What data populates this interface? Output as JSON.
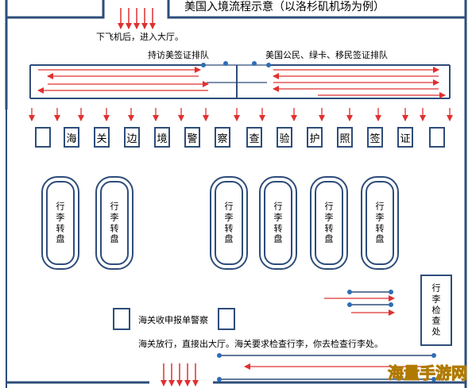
{
  "title": "美国入境流程示意（以洛杉矶机场为例）",
  "arrival_note": "下飞机后，进入大厅。",
  "queue_visitor_label": "持访美签证排队",
  "queue_resident_label": "美国公民、绿卡、移民签证排队",
  "counters": [
    "",
    "海",
    "关",
    "边",
    "境",
    "警",
    "察",
    "查",
    "验",
    "护",
    "照",
    "签",
    "证",
    ""
  ],
  "carousels": [
    "行李转盘",
    "行李转盘",
    "行李转盘",
    "行李转盘",
    "行李转盘",
    "行李转盘"
  ],
  "inspection_label": "行李检查处",
  "customs_label": "海关收申报单警察",
  "exit_note": "海关放行，直接出大厅。海关要求检查行李，你去检查行李处。",
  "watermark": "海量手游网",
  "colors": {
    "line": "#2e4d7a",
    "arrow": "#e03030",
    "dot": "#2e6db5"
  }
}
